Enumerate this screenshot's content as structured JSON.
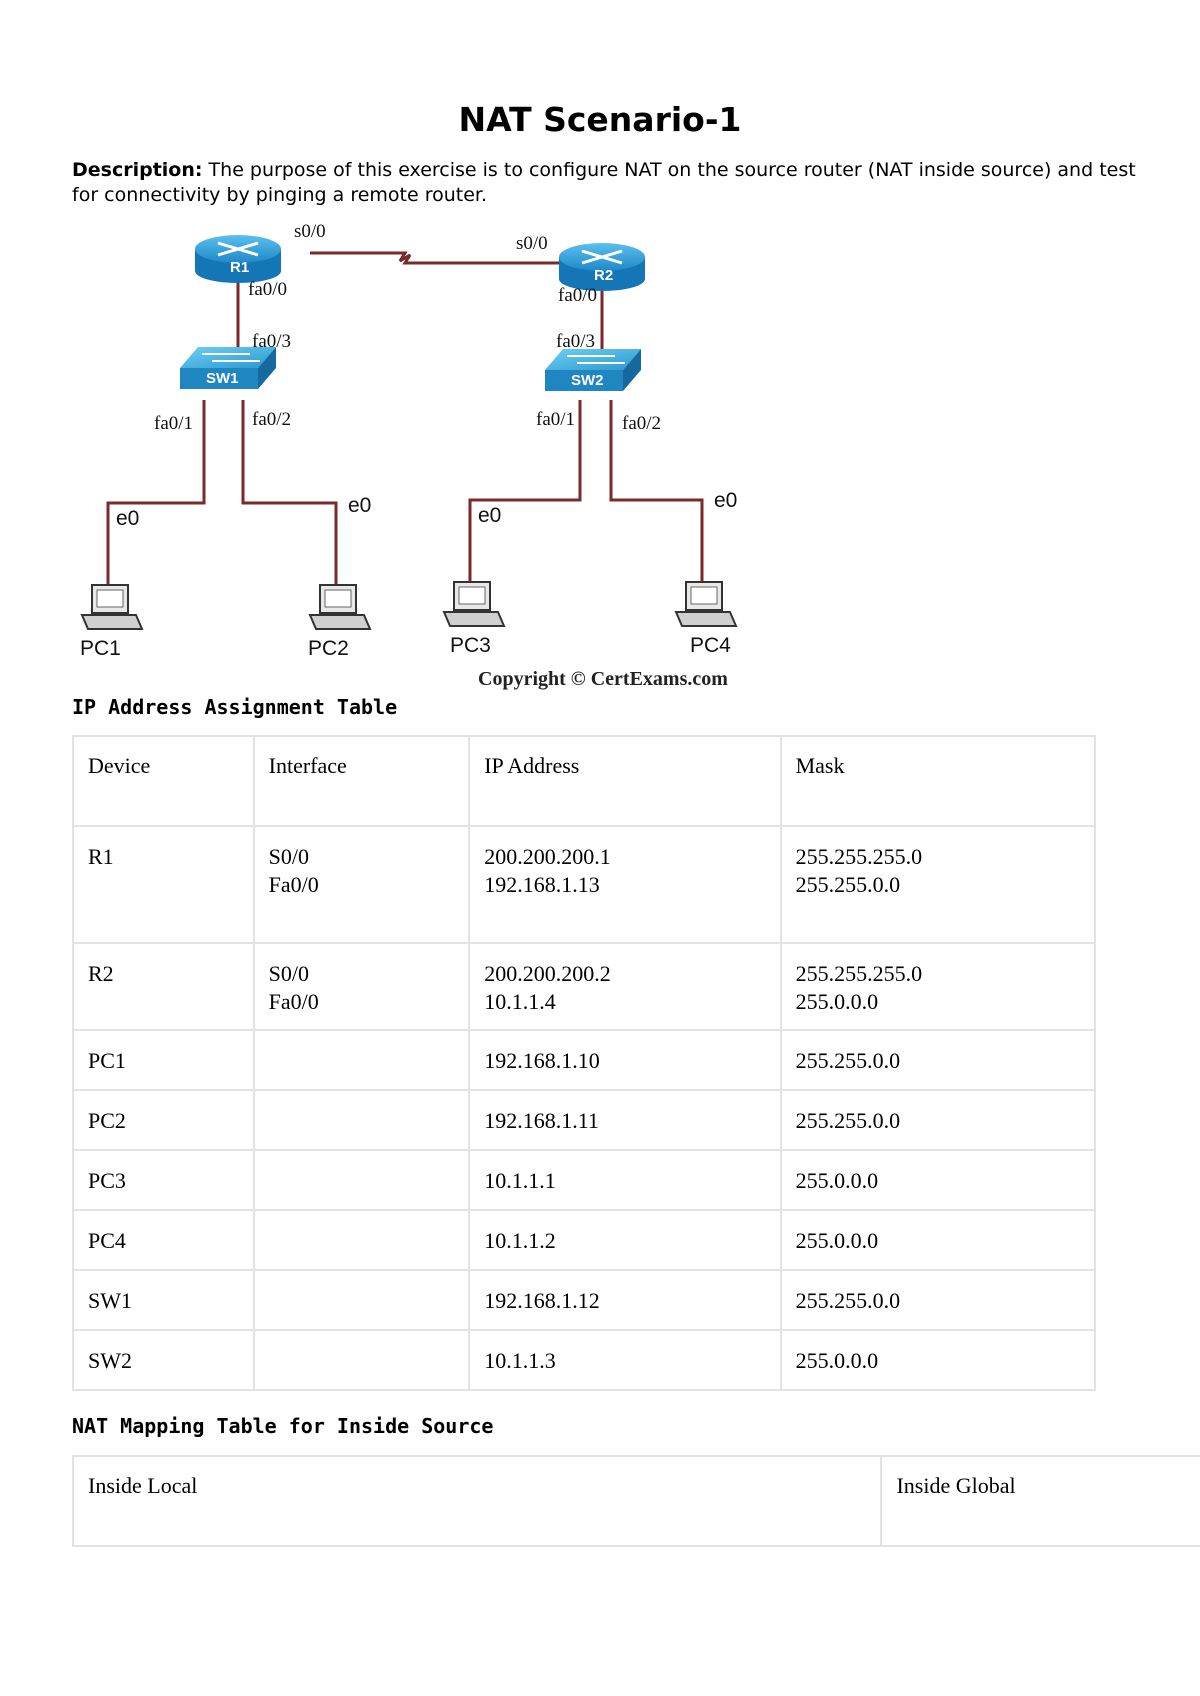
{
  "title": "NAT Scenario-1",
  "description": {
    "label": "Description:",
    "text": " The purpose of this exercise is to configure NAT on the source router (NAT inside source) and test for connectivity by pinging a remote router."
  },
  "diagram": {
    "routers": [
      "R1",
      "R2"
    ],
    "switches": [
      "SW1",
      "SW2"
    ],
    "pcs": [
      "PC1",
      "PC2",
      "PC3",
      "PC4"
    ],
    "labels": {
      "r1_s00": "s0/0",
      "r2_s00": "s0/0",
      "r1_fa00": "fa0/0",
      "r2_fa00": "fa0/0",
      "sw1_fa03": "fa0/3",
      "sw2_fa03": "fa0/3",
      "sw1_fa01": "fa0/1",
      "sw1_fa02": "fa0/2",
      "sw2_fa01": "fa0/1",
      "sw2_fa02": "fa0/2",
      "pc1_e0": "e0",
      "pc2_e0": "e0",
      "pc3_e0": "e0",
      "pc4_e0": "e0"
    },
    "copyright": "Copyright © CertExams.com",
    "colors": {
      "link": "#7a2a2a",
      "device": "#1e88c8"
    }
  },
  "ip_table": {
    "heading": "IP Address Assignment Table",
    "headers": [
      "Device",
      "Interface",
      "IP Address",
      "Mask"
    ],
    "rows": [
      {
        "device": "R1",
        "interface": [
          "S0/0",
          "Fa0/0"
        ],
        "ip": [
          "200.200.200.1",
          "192.168.1.13"
        ],
        "mask": [
          "255.255.255.0",
          "255.255.0.0"
        ]
      },
      {
        "device": "R2",
        "interface": [
          "S0/0",
          "Fa0/0"
        ],
        "ip": [
          "200.200.200.2",
          "10.1.1.4"
        ],
        "mask": [
          "255.255.255.0",
          "255.0.0.0"
        ]
      },
      {
        "device": "PC1",
        "interface": [],
        "ip": [
          "192.168.1.10"
        ],
        "mask": [
          "255.255.0.0"
        ]
      },
      {
        "device": "PC2",
        "interface": [],
        "ip": [
          "192.168.1.11"
        ],
        "mask": [
          "255.255.0.0"
        ]
      },
      {
        "device": "PC3",
        "interface": [],
        "ip": [
          "10.1.1.1"
        ],
        "mask": [
          "255.0.0.0"
        ]
      },
      {
        "device": "PC4",
        "interface": [],
        "ip": [
          "10.1.1.2"
        ],
        "mask": [
          "255.0.0.0"
        ]
      },
      {
        "device": "SW1",
        "interface": [],
        "ip": [
          "192.168.1.12"
        ],
        "mask": [
          "255.255.0.0"
        ]
      },
      {
        "device": "SW2",
        "interface": [],
        "ip": [
          "10.1.1.3"
        ],
        "mask": [
          "255.0.0.0"
        ]
      }
    ]
  },
  "nat_table": {
    "heading": "NAT Mapping Table for Inside Source",
    "headers": [
      "Inside Local",
      "Inside Global"
    ]
  }
}
